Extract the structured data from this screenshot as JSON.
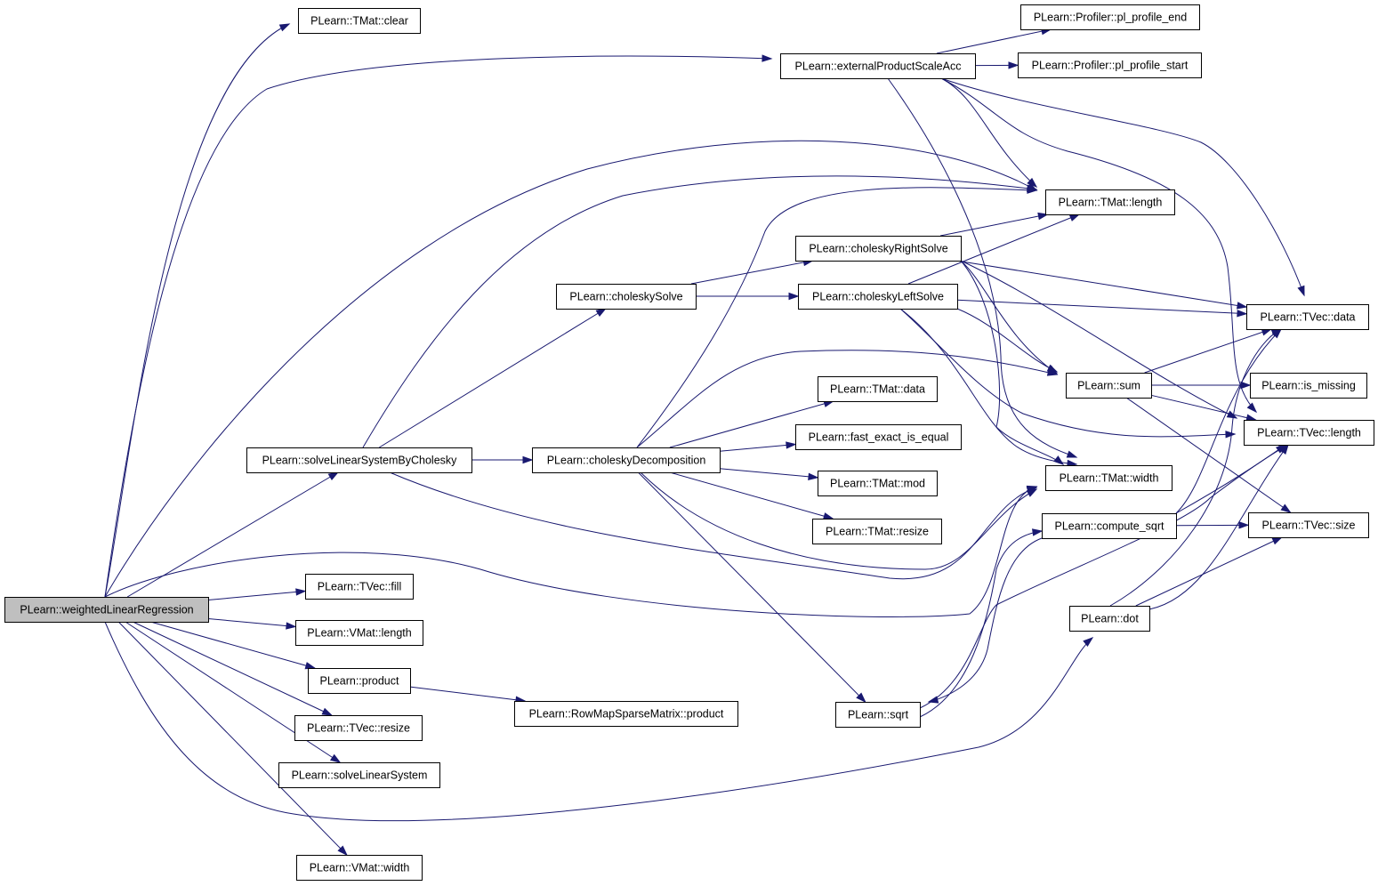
{
  "graph": {
    "root": "weightedLinearRegression",
    "colors": {
      "edge": "#191970",
      "node_fill": "#ffffff",
      "root_fill": "#bfbfbf",
      "node_border": "#000000"
    },
    "nodes": {
      "weightedLinearRegression": "PLearn::weightedLinearRegression",
      "tmat_clear": "PLearn::TMat::clear",
      "externalProductScaleAcc": "PLearn::externalProductScaleAcc",
      "pl_profile_end": "PLearn::Profiler::pl_profile_end",
      "pl_profile_start": "PLearn::Profiler::pl_profile_start",
      "tmat_length": "PLearn::TMat::length",
      "choleskyRightSolve": "PLearn::choleskyRightSolve",
      "choleskySolve": "PLearn::choleskySolve",
      "choleskyLeftSolve": "PLearn::choleskyLeftSolve",
      "tvec_data": "PLearn::TVec::data",
      "tmat_data": "PLearn::TMat::data",
      "sum": "PLearn::sum",
      "is_missing": "PLearn::is_missing",
      "fast_exact_is_equal": "PLearn::fast_exact_is_equal",
      "tvec_length": "PLearn::TVec::length",
      "solveLinearSystemByCholesky": "PLearn::solveLinearSystemByCholesky",
      "choleskyDecomposition": "PLearn::choleskyDecomposition",
      "tmat_width": "PLearn::TMat::width",
      "tmat_mod": "PLearn::TMat::mod",
      "compute_sqrt": "PLearn::compute_sqrt",
      "tvec_size": "PLearn::TVec::size",
      "tmat_resize": "PLearn::TMat::resize",
      "tvec_fill": "PLearn::TVec::fill",
      "dot": "PLearn::dot",
      "vmat_length": "PLearn::VMat::length",
      "product": "PLearn::product",
      "rowmap_product": "PLearn::RowMapSparseMatrix::product",
      "sqrt": "PLearn::sqrt",
      "tvec_resize": "PLearn::TVec::resize",
      "solveLinearSystem": "PLearn::solveLinearSystem",
      "vmat_width": "PLearn::VMat::width"
    },
    "edges": [
      [
        "weightedLinearRegression",
        "tmat_clear"
      ],
      [
        "weightedLinearRegression",
        "externalProductScaleAcc"
      ],
      [
        "weightedLinearRegression",
        "tmat_length"
      ],
      [
        "weightedLinearRegression",
        "solveLinearSystemByCholesky"
      ],
      [
        "weightedLinearRegression",
        "tmat_width"
      ],
      [
        "weightedLinearRegression",
        "tvec_fill"
      ],
      [
        "weightedLinearRegression",
        "vmat_length"
      ],
      [
        "weightedLinearRegression",
        "product"
      ],
      [
        "weightedLinearRegression",
        "tvec_resize"
      ],
      [
        "weightedLinearRegression",
        "solveLinearSystem"
      ],
      [
        "weightedLinearRegression",
        "dot"
      ],
      [
        "weightedLinearRegression",
        "vmat_width"
      ],
      [
        "externalProductScaleAcc",
        "pl_profile_end"
      ],
      [
        "externalProductScaleAcc",
        "pl_profile_start"
      ],
      [
        "externalProductScaleAcc",
        "tmat_length"
      ],
      [
        "externalProductScaleAcc",
        "tvec_data"
      ],
      [
        "externalProductScaleAcc",
        "tvec_length"
      ],
      [
        "externalProductScaleAcc",
        "tmat_width"
      ],
      [
        "solveLinearSystemByCholesky",
        "tmat_length"
      ],
      [
        "solveLinearSystemByCholesky",
        "choleskySolve"
      ],
      [
        "solveLinearSystemByCholesky",
        "choleskyDecomposition"
      ],
      [
        "solveLinearSystemByCholesky",
        "tmat_width"
      ],
      [
        "choleskySolve",
        "choleskyRightSolve"
      ],
      [
        "choleskySolve",
        "choleskyLeftSolve"
      ],
      [
        "choleskyRightSolve",
        "tmat_length"
      ],
      [
        "choleskyRightSolve",
        "tvec_data"
      ],
      [
        "choleskyRightSolve",
        "sum"
      ],
      [
        "choleskyRightSolve",
        "tvec_length"
      ],
      [
        "choleskyRightSolve",
        "tmat_width"
      ],
      [
        "choleskyLeftSolve",
        "tmat_length"
      ],
      [
        "choleskyLeftSolve",
        "tvec_data"
      ],
      [
        "choleskyLeftSolve",
        "sum"
      ],
      [
        "choleskyLeftSolve",
        "tvec_length"
      ],
      [
        "choleskyLeftSolve",
        "tmat_width"
      ],
      [
        "choleskyDecomposition",
        "tmat_length"
      ],
      [
        "choleskyDecomposition",
        "sum"
      ],
      [
        "choleskyDecomposition",
        "tmat_data"
      ],
      [
        "choleskyDecomposition",
        "fast_exact_is_equal"
      ],
      [
        "choleskyDecomposition",
        "tmat_mod"
      ],
      [
        "choleskyDecomposition",
        "tmat_resize"
      ],
      [
        "choleskyDecomposition",
        "tmat_width"
      ],
      [
        "choleskyDecomposition",
        "sqrt"
      ],
      [
        "sum",
        "tvec_data"
      ],
      [
        "sum",
        "is_missing"
      ],
      [
        "sum",
        "tvec_length"
      ],
      [
        "sum",
        "tvec_size"
      ],
      [
        "compute_sqrt",
        "tvec_data"
      ],
      [
        "compute_sqrt",
        "tvec_length"
      ],
      [
        "compute_sqrt",
        "tvec_size"
      ],
      [
        "compute_sqrt",
        "sqrt"
      ],
      [
        "dot",
        "tvec_data"
      ],
      [
        "dot",
        "tvec_length"
      ],
      [
        "dot",
        "tvec_size"
      ],
      [
        "sqrt",
        "compute_sqrt"
      ],
      [
        "sqrt",
        "tvec_length"
      ],
      [
        "product",
        "rowmap_product"
      ]
    ]
  }
}
